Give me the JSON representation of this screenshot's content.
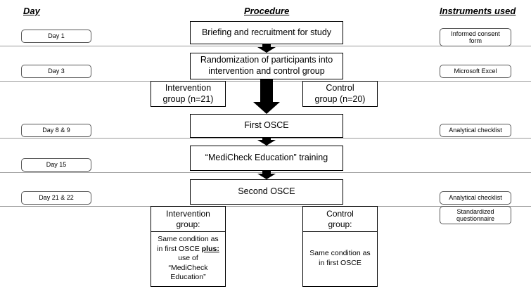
{
  "headers": {
    "day": "Day",
    "procedure": "Procedure",
    "instruments": "Instruments used"
  },
  "days": [
    "Day 1",
    "Day 3",
    "Day 8 & 9",
    "Day 15",
    "Day 21 & 22"
  ],
  "procedure": {
    "briefing": "Briefing and recruitment for study",
    "randomization_line1": "Randomization of participants  into",
    "randomization_line2": "intervention and control group",
    "intervention_group_line1": "Intervention",
    "intervention_group_line2": "group (n=21)",
    "control_group_line1": "Control",
    "control_group_line2": "group (n=20)",
    "first_osce": "First OSCE",
    "training": "“MediCheck Education” training",
    "second_osce": "Second OSCE",
    "final_intervention_header_line1": "Intervention",
    "final_intervention_header_line2": "group:",
    "final_intervention_body_1": "Same condition as",
    "final_intervention_body_2": "in first OSCE",
    "final_intervention_body_plus": "plus:",
    "final_intervention_body_3": "use of",
    "final_intervention_body_4": "“MediCheck",
    "final_intervention_body_5": "Education”",
    "final_control_header_line1": "Control",
    "final_control_header_line2": "group:",
    "final_control_body_1": "Same condition as",
    "final_control_body_2": "in first OSCE"
  },
  "instruments": {
    "consent_line1": "Informed consent",
    "consent_line2": "form",
    "excel": "Microsoft Excel",
    "checklist_1": "Analytical checklist",
    "checklist_2": "Analytical checklist",
    "questionnaire_line1": "Standardized",
    "questionnaire_line2": "questionnaire"
  },
  "colors": {
    "line": "#000000",
    "divider": "#9a9a9a",
    "background": "#ffffff"
  }
}
